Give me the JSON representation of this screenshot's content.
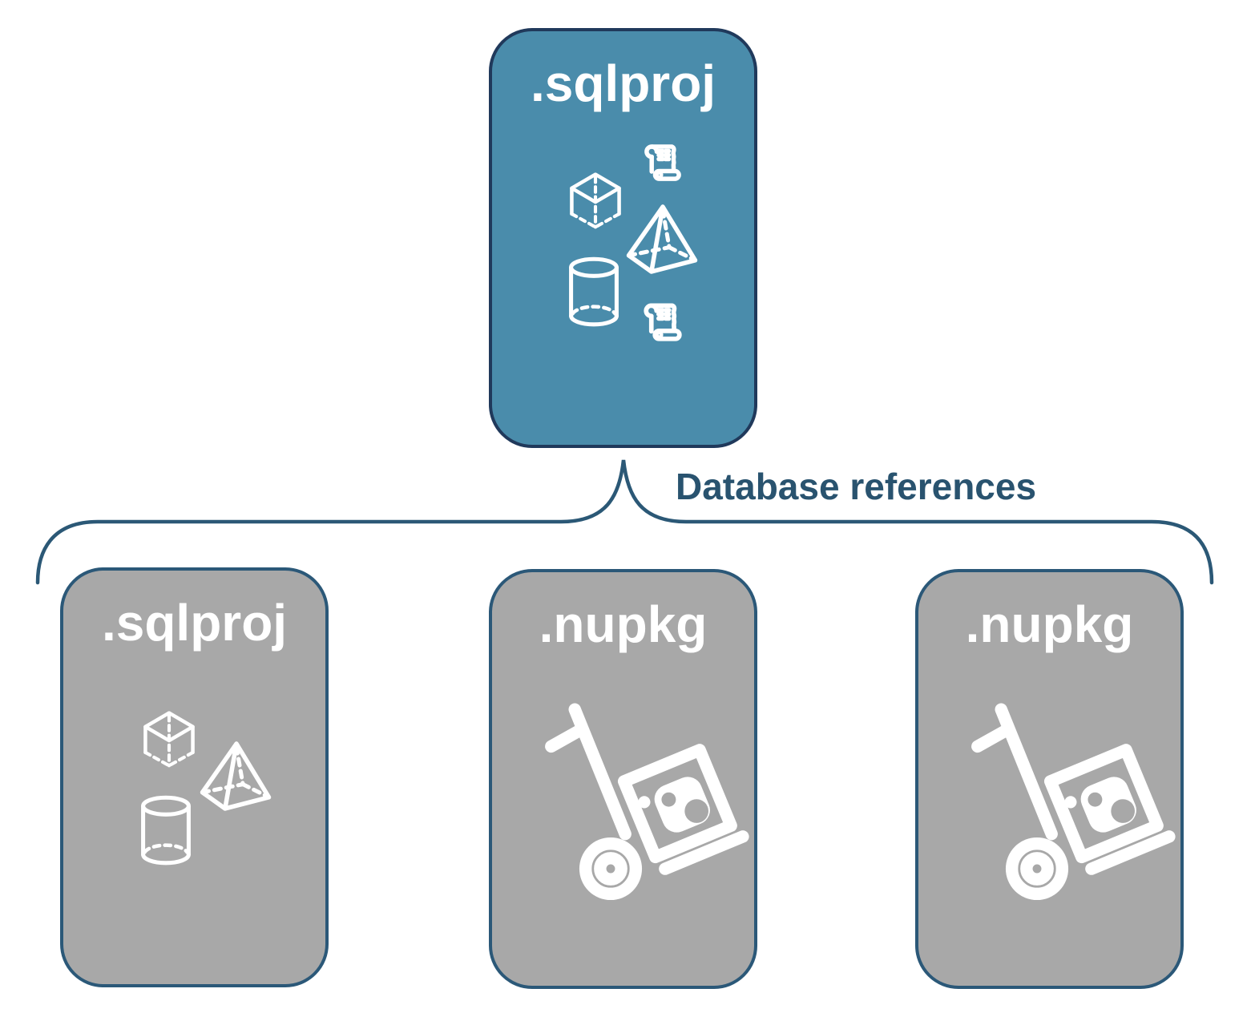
{
  "nodes": {
    "root": {
      "label": ".sqlproj",
      "kind": "sql-project",
      "icons": [
        "cube-icon",
        "script-scroll-icon",
        "pyramid-icon",
        "database-cylinder-icon",
        "script-scroll-icon"
      ]
    },
    "children": [
      {
        "label": ".sqlproj",
        "kind": "sql-project",
        "icons": [
          "cube-icon",
          "pyramid-icon",
          "database-cylinder-icon"
        ]
      },
      {
        "label": ".nupkg",
        "kind": "nuget-package",
        "icons": [
          "nuget-package-dolly-icon"
        ]
      },
      {
        "label": ".nupkg",
        "kind": "nuget-package",
        "icons": [
          "nuget-package-dolly-icon"
        ]
      }
    ]
  },
  "connector": {
    "label": "Database references"
  },
  "colors": {
    "root_fill": "#4a8cab",
    "root_border": "#20395b",
    "child_fill": "#a8a8a8",
    "child_border": "#2b5878",
    "brace": "#2b5876",
    "label_text": "#29536f",
    "node_text": "#ffffff"
  }
}
